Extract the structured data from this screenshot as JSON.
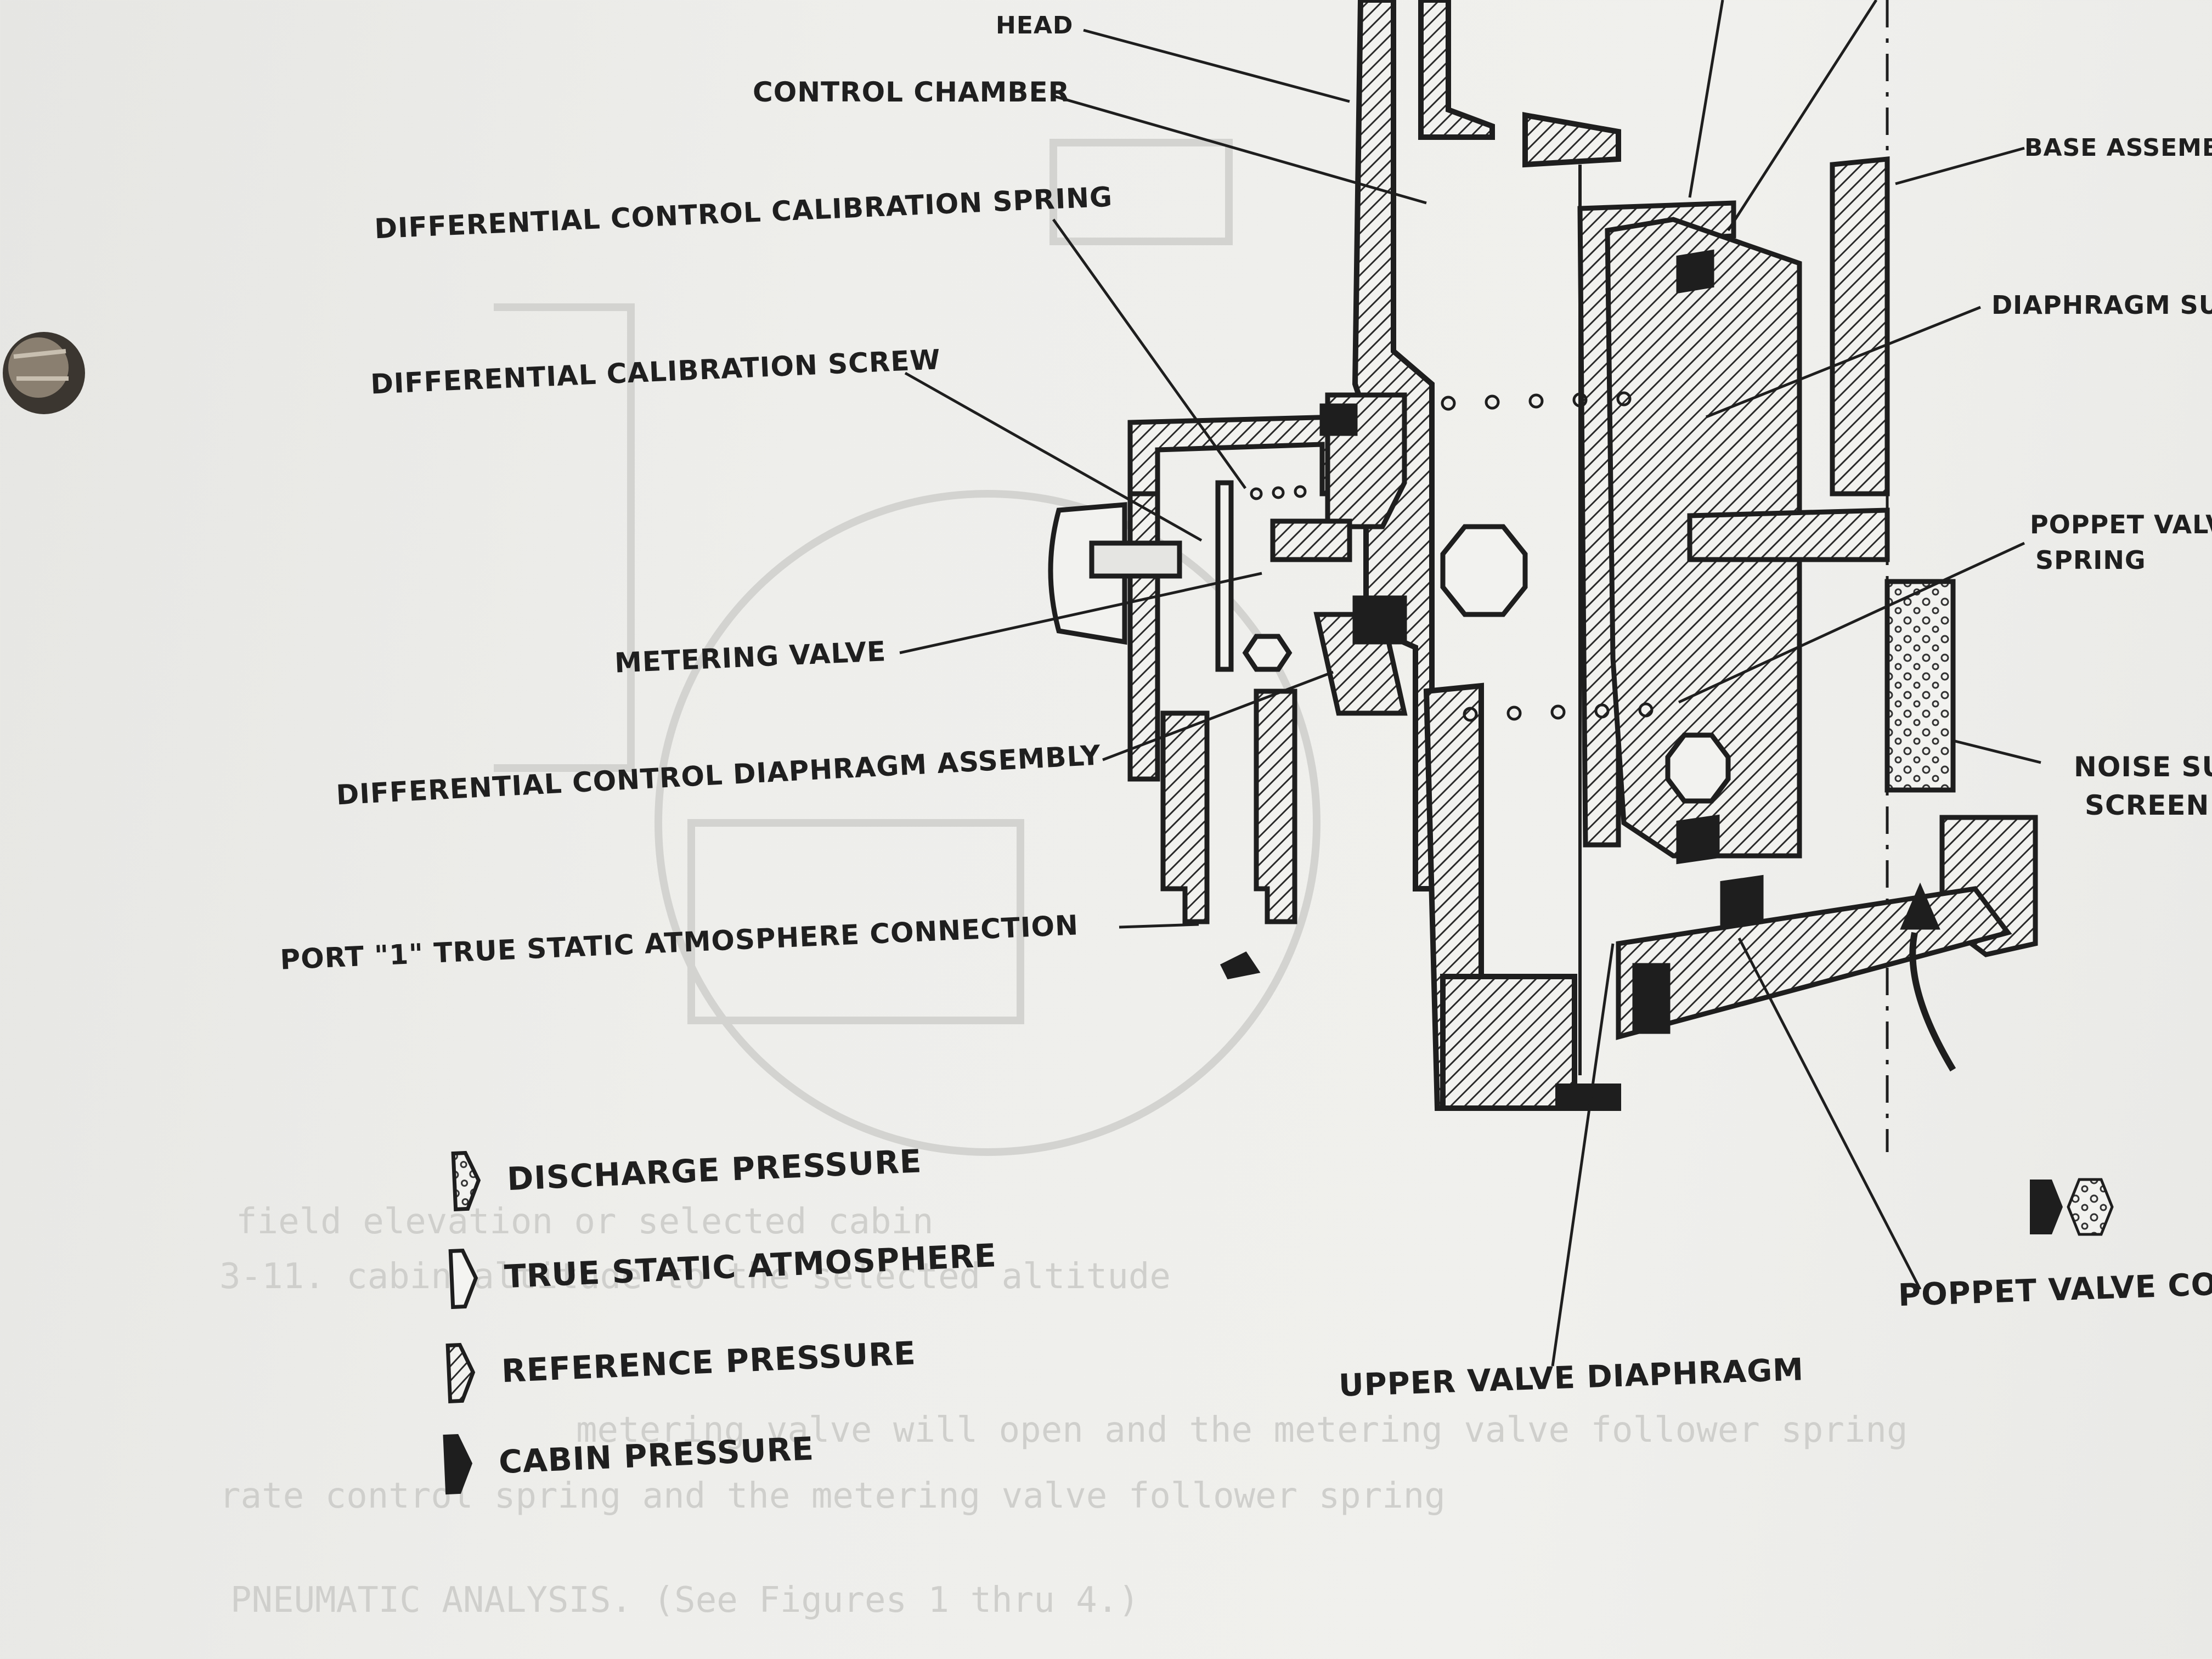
{
  "figure": {
    "callouts": [
      "HEAD",
      "CONTROL CHAMBER",
      "DIFFERENTIAL CONTROL CALIBRATION SPRING",
      "DIFFERENTIAL CALIBRATION SCREW",
      "METERING VALVE",
      "DIFFERENTIAL CONTROL DIAPHRAGM ASSEMBLY",
      "PORT \"1\" TRUE STATIC ATMOSPHERE CONNECTION",
      "BASE ASSEMBL",
      "DIAPHRAGM SU",
      "POPPET VALV",
      "SPRING",
      "NOISE SU",
      "SCREEN",
      "POPPET VALVE CO",
      "UPPER VALVE DIAPHRAGM"
    ],
    "legend": [
      {
        "label": "DISCHARGE PRESSURE",
        "pattern": "dotted"
      },
      {
        "label": "TRUE STATIC ATMOSPHERE",
        "pattern": "open"
      },
      {
        "label": "REFERENCE PRESSURE",
        "pattern": "hatched"
      },
      {
        "label": "CABIN PRESSURE",
        "pattern": "solid"
      }
    ]
  },
  "show_through_text": [
    "3-11.  cabin altitude to the selected altitude",
    "field elevation or selected cabin",
    "metering valve will open and the metering valve follower spring",
    "rate control spring and the metering valve follower spring",
    "PNEUMATIC ANALYSIS.  (See Figures 1 thru 4.)"
  ],
  "colors": {
    "paper": "#eeeeeb",
    "ink": "#1f1f1f",
    "show_through": "#cfcfcc"
  }
}
